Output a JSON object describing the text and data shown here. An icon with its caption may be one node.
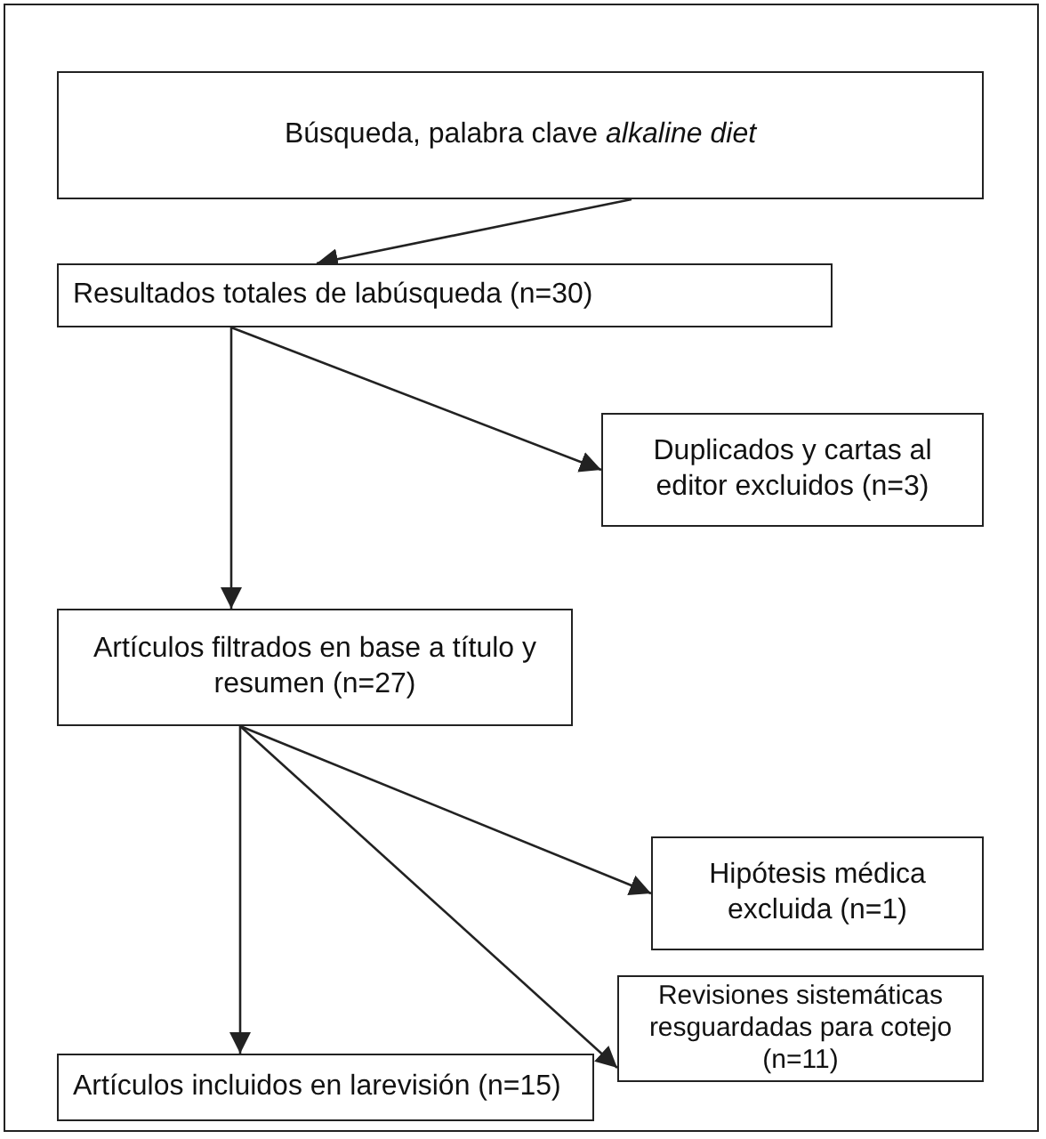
{
  "diagram": {
    "nodes": [
      {
        "text": [
          "Búsqueda, palabra clave *alkaline diet*"
        ]
      },
      {
        "text": [
          "Resultados totales de labúsqueda (n=30)"
        ]
      },
      {
        "text": [
          "Duplicados y cartas al editor excluidos (n=3)"
        ]
      },
      {
        "text": [
          "Artículos filtrados en base a título y resumen (n=27)"
        ]
      },
      {
        "text": [
          "Hipótesis médica excluida (n=1)"
        ]
      },
      {
        "text": [
          "Revisiones sistemáticas resguardadas para cotejo (n=11)"
        ]
      },
      {
        "text": [
          "Artículos incluidos en larevisión (n=15)"
        ]
      }
    ],
    "edges": [
      {
        "from": 0,
        "to": 1,
        "arrow": "to"
      },
      {
        "from": 1,
        "to": 2,
        "arrow": "to"
      },
      {
        "from": 1,
        "to": 3,
        "arrow": "to"
      },
      {
        "from": 3,
        "to": 4,
        "arrow": "to"
      },
      {
        "from": 3,
        "to": 5,
        "arrow": "to"
      },
      {
        "from": 3,
        "to": 6,
        "arrow": "to"
      }
    ]
  }
}
